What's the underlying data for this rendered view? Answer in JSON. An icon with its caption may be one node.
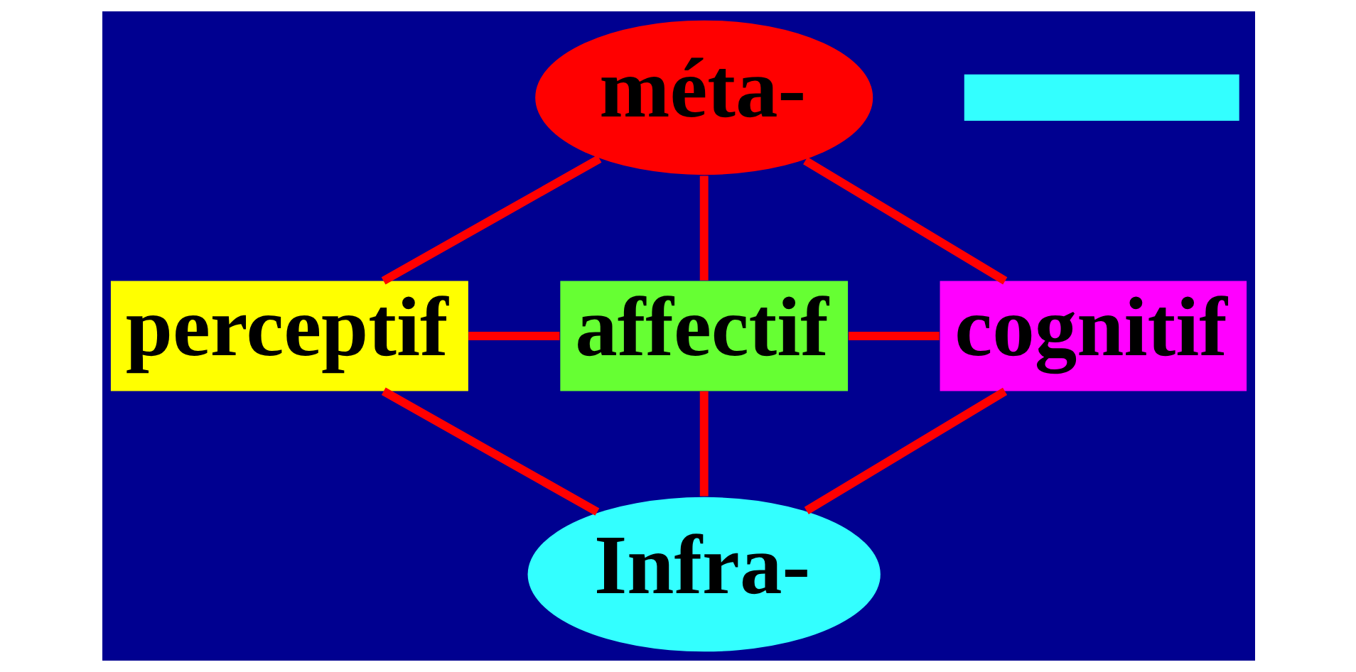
{
  "diagram": {
    "nodes": [
      {
        "text": [
          "méta-"
        ]
      },
      {
        "text": [
          "perceptif"
        ]
      },
      {
        "text": [
          "affectif"
        ]
      },
      {
        "text": [
          "cognitif"
        ]
      },
      {
        "text": [
          "Infra-"
        ]
      },
      {
        "text": [],
        "shape": "box"
      }
    ],
    "edges": [
      {
        "from": 0,
        "to": 1,
        "arrow": "none"
      },
      {
        "from": 0,
        "to": 2,
        "arrow": "none"
      },
      {
        "from": 0,
        "to": 3,
        "arrow": "none"
      },
      {
        "from": 1,
        "to": 2,
        "arrow": "none"
      },
      {
        "from": 2,
        "to": 3,
        "arrow": "none"
      },
      {
        "from": 1,
        "to": 4,
        "arrow": "none"
      },
      {
        "from": 2,
        "to": 4,
        "arrow": "none"
      },
      {
        "from": 3,
        "to": 4,
        "arrow": "none"
      }
    ]
  }
}
